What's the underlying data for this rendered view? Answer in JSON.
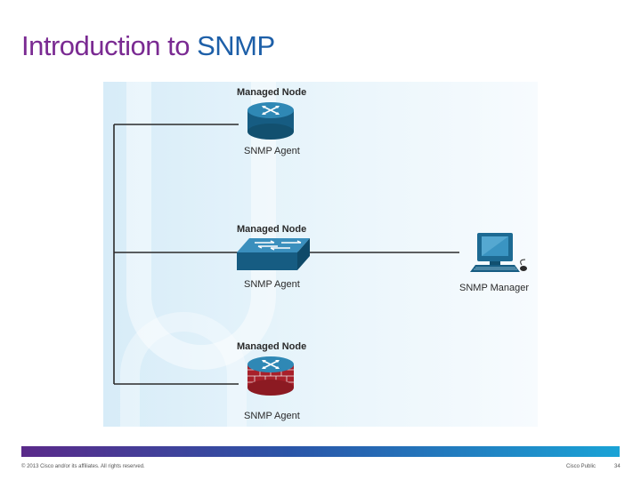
{
  "slide": {
    "title_part1": "Introduction to",
    "title_part2": "SNMP"
  },
  "diagram": {
    "nodes": [
      {
        "heading": "Managed Node",
        "label": "SNMP Agent",
        "device": "router-icon"
      },
      {
        "heading": "Managed Node",
        "label": "SNMP Agent",
        "device": "switch-icon"
      },
      {
        "heading": "Managed Node",
        "label": "SNMP Agent",
        "device": "firewall-router-icon"
      }
    ],
    "manager": {
      "label": "SNMP Manager",
      "device": "workstation-icon"
    },
    "colors": {
      "line": "#2b2b2b",
      "device_blue": "#1d6a93",
      "firewall_red": "#a8202a"
    }
  },
  "footer": {
    "copyright": "© 2013 Cisco and/or its affiliates. All rights reserved.",
    "classification": "Cisco Public",
    "page_number": "34"
  }
}
